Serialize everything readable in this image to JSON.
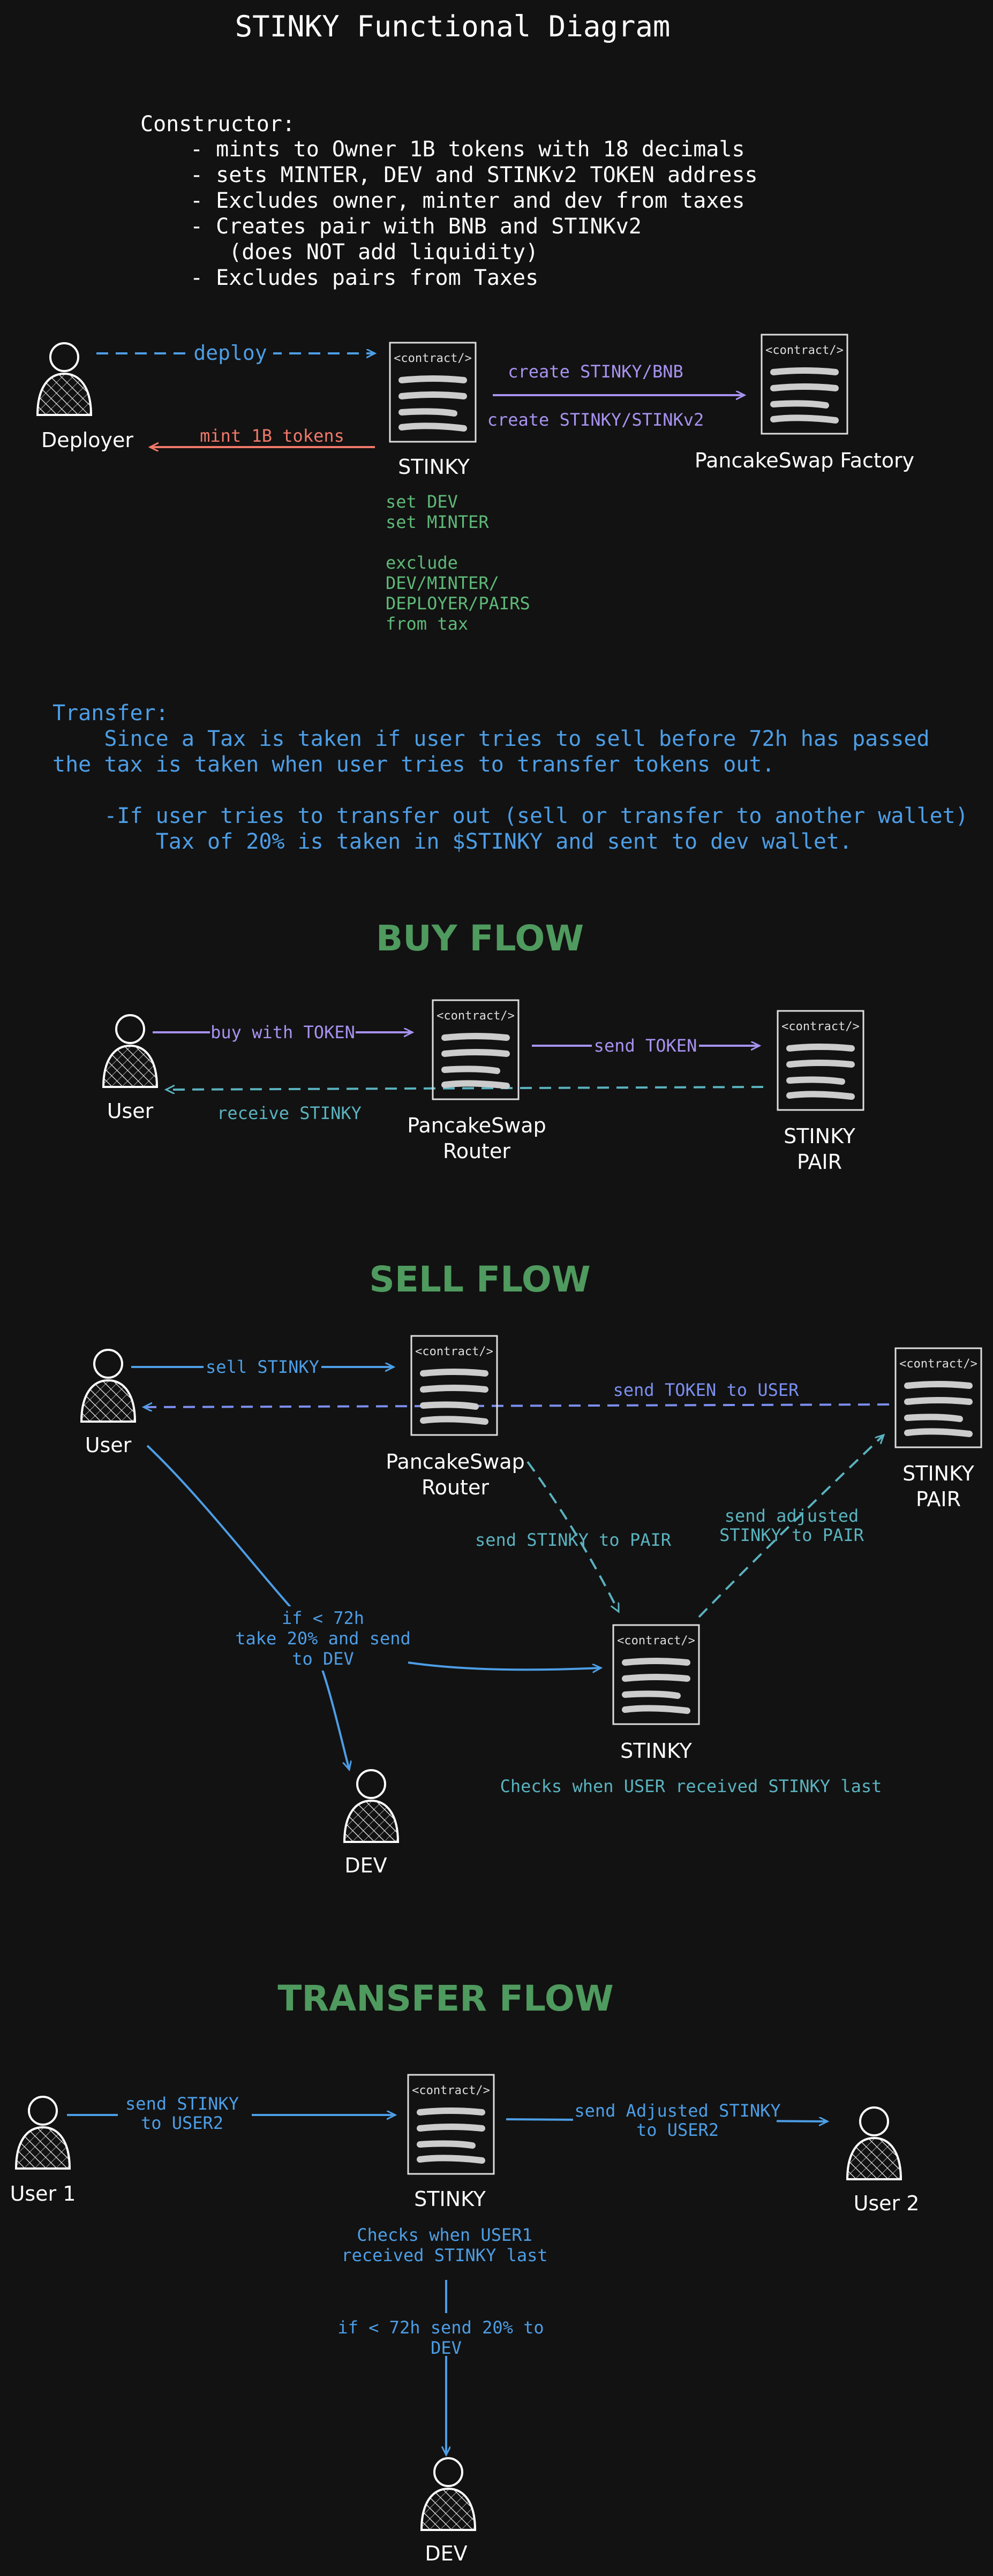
{
  "colors": {
    "background": "#121212",
    "white": "#ffffff",
    "blue": "#4d9ee6",
    "purple": "#a892f0",
    "salmon": "#f0796a",
    "teal": "#5ab3bf",
    "green": "#5fb978",
    "heading_green": "#4f9a5e"
  },
  "title": "STINKY Functional Diagram",
  "constructor": {
    "heading": "Constructor:",
    "lines": [
      "- mints to Owner 1B tokens with 18 decimals",
      "- sets MINTER, DEV and STINKv2 TOKEN address",
      "- Excludes owner, minter and dev from taxes",
      "- Creates pair with BNB and STINKv2",
      "   (does NOT add liquidity)",
      "- Excludes pairs from Taxes"
    ]
  },
  "deploy_section": {
    "deployer_label": "Deployer",
    "deploy_arrow": "deploy",
    "mint_arrow": "mint 1B tokens",
    "contract_tag": "<contract/>",
    "stinky_label": "STINKY",
    "create_bnb": "create STINKY/BNB",
    "create_v2": "create STINKY/STINKv2",
    "factory_label": "PancakeSwap Factory",
    "notes": [
      "set DEV",
      "set MINTER",
      "",
      "exclude",
      "DEV/MINTER/",
      "DEPLOYER/PAIRS",
      "from tax"
    ]
  },
  "transfer_intro": {
    "heading": "Transfer:",
    "lines": [
      "    Since a Tax is taken if user tries to sell before 72h has passed",
      "the tax is taken when user tries to transfer tokens out.",
      "",
      "    -If user tries to transfer out (sell or transfer to another wallet)",
      "        Tax of 20% is taken in $STINKY and sent to dev wallet."
    ]
  },
  "buy_flow": {
    "heading": "BUY FLOW",
    "user_label": "User",
    "buy_arrow": "buy with TOKEN",
    "receive_arrow": "receive STINKY",
    "contract_tag": "<contract/>",
    "router_label": [
      "PancakeSwap",
      "Router"
    ],
    "send_token": "send TOKEN",
    "pair_label": [
      "STINKY",
      "PAIR"
    ]
  },
  "sell_flow": {
    "heading": "SELL FLOW",
    "user_label": "User",
    "sell_arrow": "sell STINKY",
    "send_token_user": "send TOKEN to USER",
    "contract_tag": "<contract/>",
    "router_label": [
      "PancakeSwap",
      "Router"
    ],
    "pair_label": [
      "STINKY",
      "PAIR"
    ],
    "send_stinky_pair": "send STINKY to PAIR",
    "send_adjusted": [
      "send adjusted",
      "STINKY to PAIR"
    ],
    "tax_note": [
      "if < 72h",
      "take 20% and send",
      "to DEV"
    ],
    "stinky_label": "STINKY",
    "dev_label": "DEV",
    "checks_note": "Checks when USER received STINKY last"
  },
  "transfer_flow": {
    "heading": "TRANSFER FLOW",
    "user1_label": "User 1",
    "user2_label": "User 2",
    "send_stinky": [
      "send STINKY",
      "to USER2"
    ],
    "send_adjusted": [
      "send Adjusted STINKY",
      "to USER2"
    ],
    "contract_tag": "<contract/>",
    "stinky_label": "STINKY",
    "checks_note": [
      "Checks when USER1",
      "received STINKY last"
    ],
    "tax_note": [
      "if < 72h send 20% to",
      "DEV"
    ],
    "dev_label": "DEV"
  }
}
